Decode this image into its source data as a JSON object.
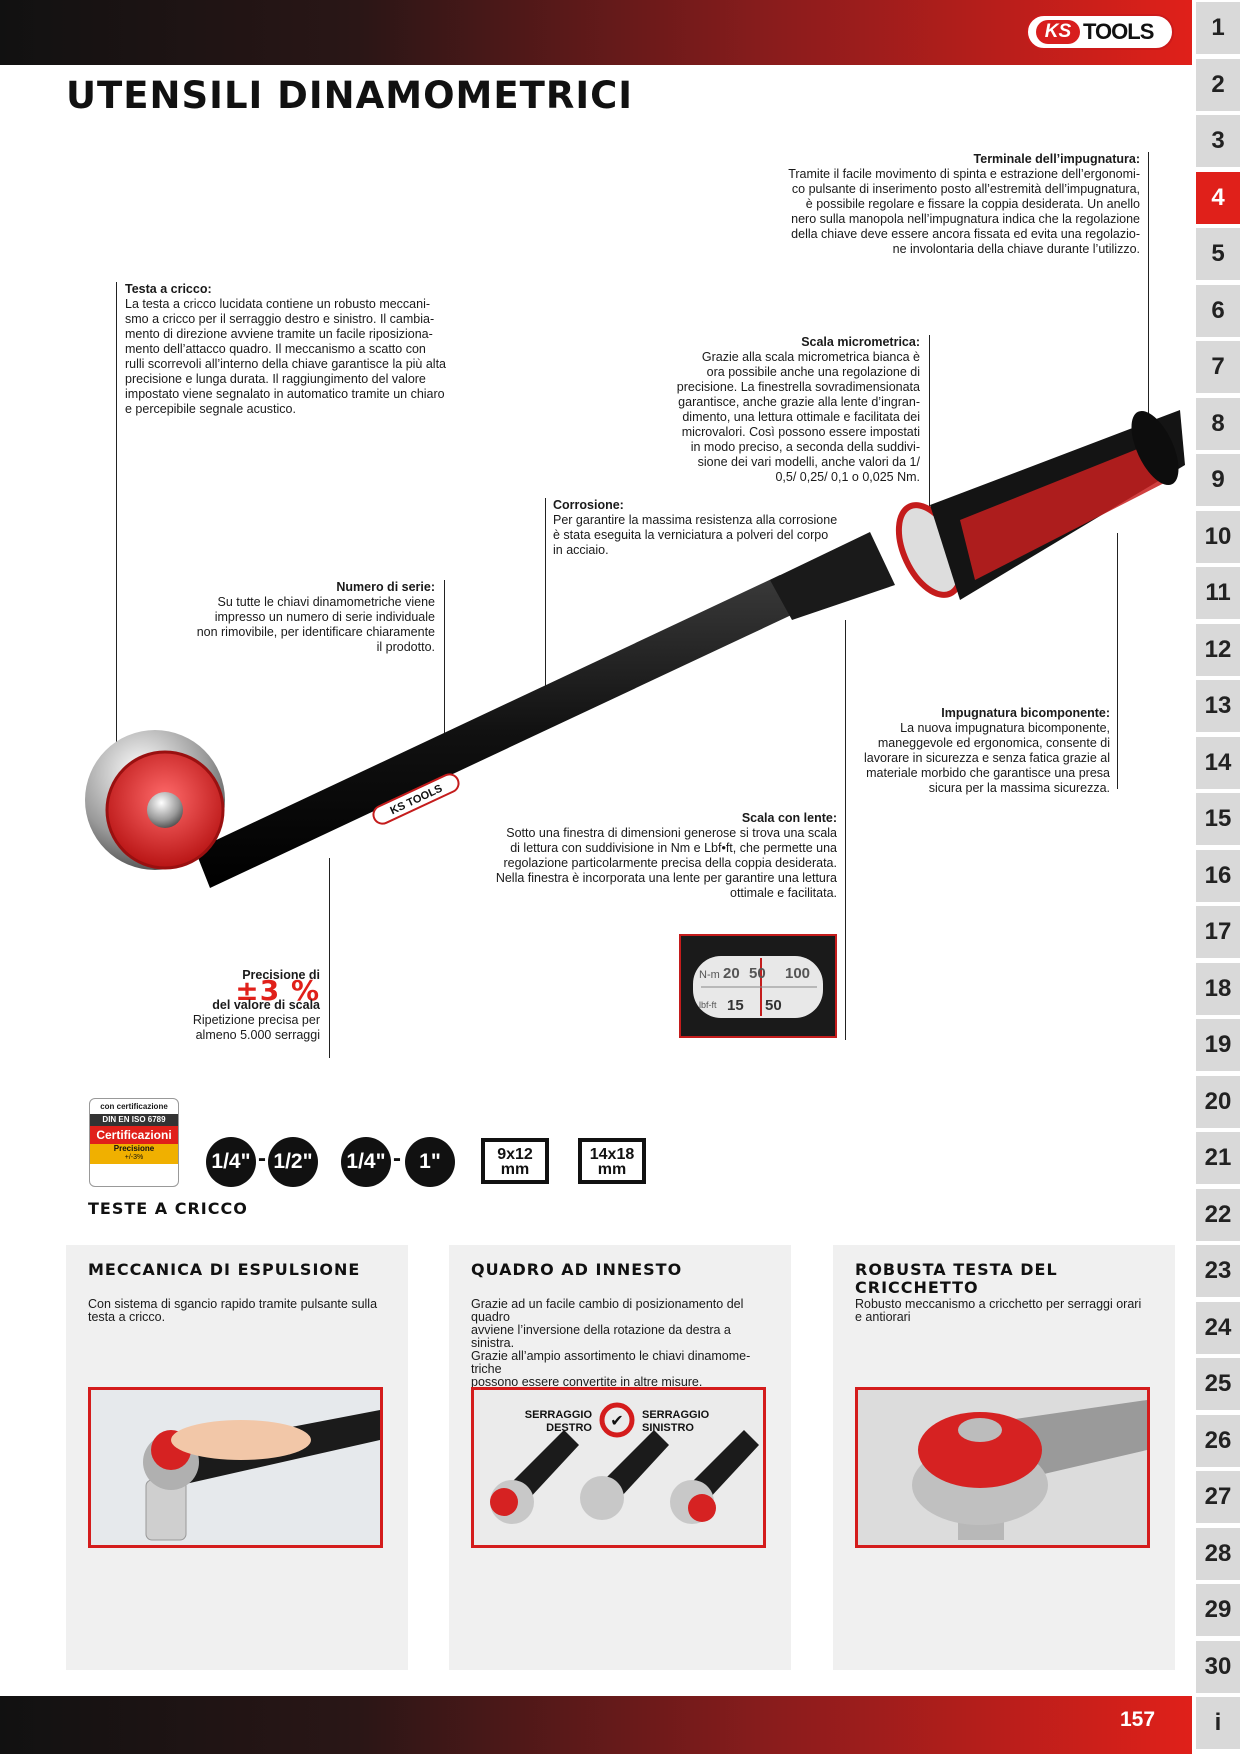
{
  "header": {
    "brand_k": "KS",
    "brand_t": "TOOLS",
    "title": "UTENSILI DINAMOMETRICI"
  },
  "side_index": [
    "1",
    "2",
    "3",
    "4",
    "5",
    "6",
    "7",
    "8",
    "9",
    "10",
    "11",
    "12",
    "13",
    "14",
    "15",
    "16",
    "17",
    "18",
    "19",
    "20",
    "21",
    "22",
    "23",
    "24",
    "25",
    "26",
    "27",
    "28",
    "29",
    "30",
    "i"
  ],
  "side_index_active": "4",
  "notes": {
    "terminale": {
      "title": "Terminale dell’impugnatura:",
      "lines": [
        "Tramite il facile movimento di spinta e estrazione dell’ergonomi-",
        "co pulsante di inserimento posto all’estremità dell’impugnatura,",
        "è possibile regolare e fissare la coppia desiderata. Un anello",
        "nero sulla manopola nell’impugnatura indica che la regolazione",
        "della chiave deve essere ancora fissata ed evita una regolazio-",
        "ne involontaria della chiave durante l’utilizzo."
      ]
    },
    "testa": {
      "title": "Testa a cricco:",
      "lines": [
        "La testa a cricco lucidata contiene un robusto meccani-",
        "smo a cricco per il serraggio destro e sinistro. Il cambia-",
        "mento di direzione avviene tramite un facile riposiziona-",
        "mento dell’attacco quadro. Il meccanismo a scatto con",
        "rulli scorrevoli all’interno della chiave garantisce la più alta",
        "precisione e lunga durata. Il raggiungimento del valore",
        "impostato viene segnalato in automatico tramite un chiaro",
        "e percepibile segnale acustico."
      ]
    },
    "scala_micro": {
      "title": "Scala micrometrica:",
      "lines": [
        "Grazie alla scala micrometrica bianca è",
        "ora possibile anche una regolazione di",
        "precisione. La finestrella sovradimensionata",
        "garantisce, anche grazie alla lente d’ingran-",
        "dimento, una lettura ottimale e facilitata dei",
        "microvalori. Così possono essere impostati",
        "in modo preciso, a seconda della suddivi-",
        "sione dei vari modelli, anche valori da 1/",
        "0,5/ 0,25/ 0,1 o 0,025 Nm."
      ]
    },
    "corrosione": {
      "title": "Corrosione:",
      "lines": [
        "Per garantire la massima resistenza alla corrosione",
        "è stata eseguita la verniciatura a polveri del corpo",
        "in acciaio."
      ]
    },
    "numero": {
      "title": "Numero di serie:",
      "lines": [
        "Su tutte le chiavi dinamometriche viene",
        "impresso un numero di serie individuale",
        "non rimovibile, per identificare chiaramente",
        "il prodotto."
      ]
    },
    "impugnatura": {
      "title": "Impugnatura bicomponente:",
      "lines": [
        "La nuova impugnatura bicomponente,",
        "maneggevole ed ergonomica, consente di",
        "lavorare in sicurezza e senza fatica grazie al",
        "materiale morbido che garantisce una presa",
        "sicura per la massima sicurezza."
      ]
    },
    "scala_lente": {
      "title": "Scala con lente:",
      "lines": [
        "Sotto una finestra di dimensioni generose si trova una scala",
        "di lettura con suddivisione in Nm e Lbf•ft, che permette una",
        "regolazione particolarmente precisa della coppia desiderata.",
        "Nella finestra è incorporata una lente per garantire una lettura",
        "ottimale e facilitata."
      ]
    },
    "precisione": {
      "title": "Precisione di",
      "big": "±3 %",
      "sub": "del valore di scala",
      "lines": [
        "Ripetizione precisa per",
        "almeno 5.000 serraggi"
      ]
    }
  },
  "scale_inset": {
    "row1": [
      "N-m",
      "20",
      "50",
      "100"
    ],
    "row2": [
      "lbf-ft",
      "15",
      "50"
    ]
  },
  "wrench_logo": "KS TOOLS",
  "cert_badge": {
    "l1": "con certificazione",
    "l2": "DIN EN ISO 6789",
    "l3": "Certificazioni",
    "l4": "Precisione",
    "l5": "+/-3%"
  },
  "drive_sizes": {
    "a1": "1/4\"",
    "a2": "1/2\"",
    "b1": "1/4\"",
    "b2": "1\"",
    "dash": "-",
    "box1_top": "9x12",
    "box1_bot": "mm",
    "box2_top": "14x18",
    "box2_bot": "mm"
  },
  "section_label": "TESTE A CRICCO",
  "panels": [
    {
      "title": "MECCANICA DI ESPULSIONE",
      "lines": [
        "Con sistema di sgancio rapido tramite pulsante sulla",
        "testa a cricco."
      ]
    },
    {
      "title": "QUADRO AD INNESTO",
      "lines": [
        "Grazie ad un facile cambio di posizionamento del",
        "quadro",
        "avviene l’inversione della rotazione da destra a sinistra.",
        "Grazie all’ampio assortimento le chiavi dinamome-",
        "triche",
        "possono essere convertite in altre misure."
      ],
      "left_label": [
        "SERRAGGIO",
        "DESTRO"
      ],
      "right_label": [
        "SERRAGGIO",
        "SINISTRO"
      ]
    },
    {
      "title": "ROBUSTA TESTA DEL CRICCHETTO",
      "lines": [
        "Robusto meccanismo a cricchetto per serraggi orari",
        "e antiorari"
      ]
    }
  ],
  "page_number": "157",
  "colors": {
    "accent": "#e0201a",
    "tab_bg": "#d9d9d9",
    "panel_bg": "#f0f0f0"
  }
}
